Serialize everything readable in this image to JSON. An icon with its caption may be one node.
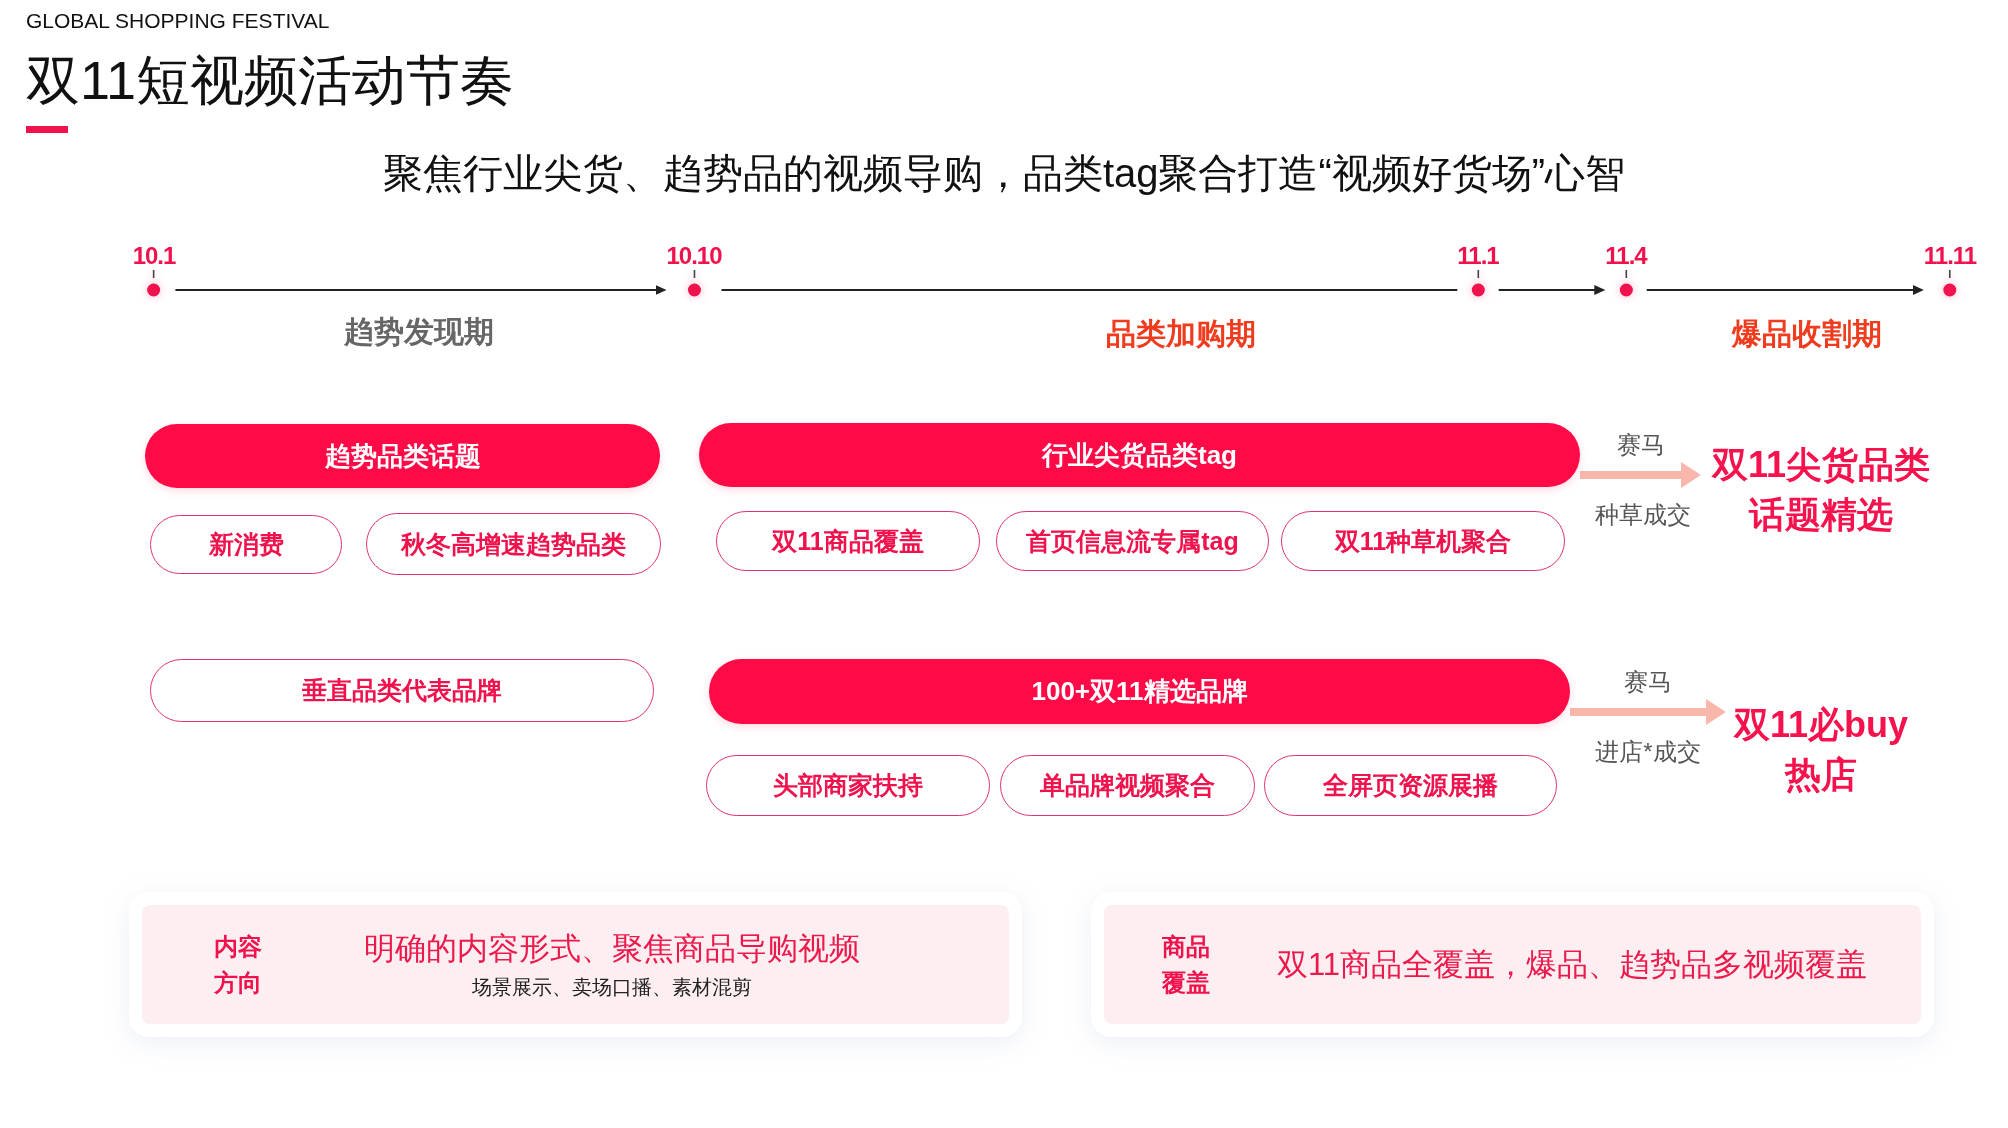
{
  "diagram": {
    "title": "双11短视频活动节奏",
    "nodes": [
      {
        "text": [
          "10.1"
        ]
      },
      {
        "text": [
          "10.10"
        ]
      },
      {
        "text": [
          "11.1"
        ]
      },
      {
        "text": [
          "11.4"
        ]
      },
      {
        "text": [
          "11.11"
        ]
      },
      {
        "text": [
          "趋势品类话题"
        ]
      },
      {
        "text": [
          "行业尖货品类tag"
        ]
      },
      {
        "text": [
          "新消费"
        ]
      },
      {
        "text": [
          "秋冬高增速趋势品类"
        ]
      },
      {
        "text": [
          "双11商品覆盖"
        ]
      },
      {
        "text": [
          "首页信息流专属tag"
        ]
      },
      {
        "text": [
          "双11种草机聚合"
        ]
      },
      {
        "text": [
          "双11尖货品类话题精选"
        ]
      },
      {
        "text": [
          "垂直品类代表品牌"
        ]
      },
      {
        "text": [
          "100+双11精选品牌"
        ]
      },
      {
        "text": [
          "头部商家扶持"
        ]
      },
      {
        "text": [
          "单品牌视频聚合"
        ]
      },
      {
        "text": [
          "全屏页资源展播"
        ]
      },
      {
        "text": [
          "双11必buy热店"
        ]
      },
      {
        "text": [
          "内容方向",
          "明确的内容形式、聚焦商品导购视频",
          "场景展示、卖场口播、素材混剪"
        ]
      },
      {
        "text": [
          "商品覆盖",
          "双11商品全覆盖，爆品、趋势品多视频覆盖"
        ]
      }
    ],
    "edges": [
      {
        "from": 0,
        "to": 1,
        "arrow": "to"
      },
      {
        "from": 1,
        "to": 2,
        "arrow": "none"
      },
      {
        "from": 2,
        "to": 3,
        "arrow": "to"
      },
      {
        "from": 3,
        "to": 4,
        "arrow": "to"
      },
      {
        "from": 6,
        "to": 12,
        "arrow": "to",
        "label": "赛马",
        "style": "thick",
        "color": "#f9b6aa"
      },
      {
        "from": 14,
        "to": 18,
        "arrow": "to",
        "label": "赛马",
        "style": "thick",
        "color": "#f9b6aa"
      }
    ],
    "labels": [
      "GLOBAL SHOPPING FESTIVAL",
      "聚焦行业尖货、趋势品的视频导购，品类tag聚合打造“视频好货场”心智",
      "趋势发现期",
      "品类加购期",
      "爆品收割期",
      "种草成交",
      "进店*成交"
    ]
  }
}
